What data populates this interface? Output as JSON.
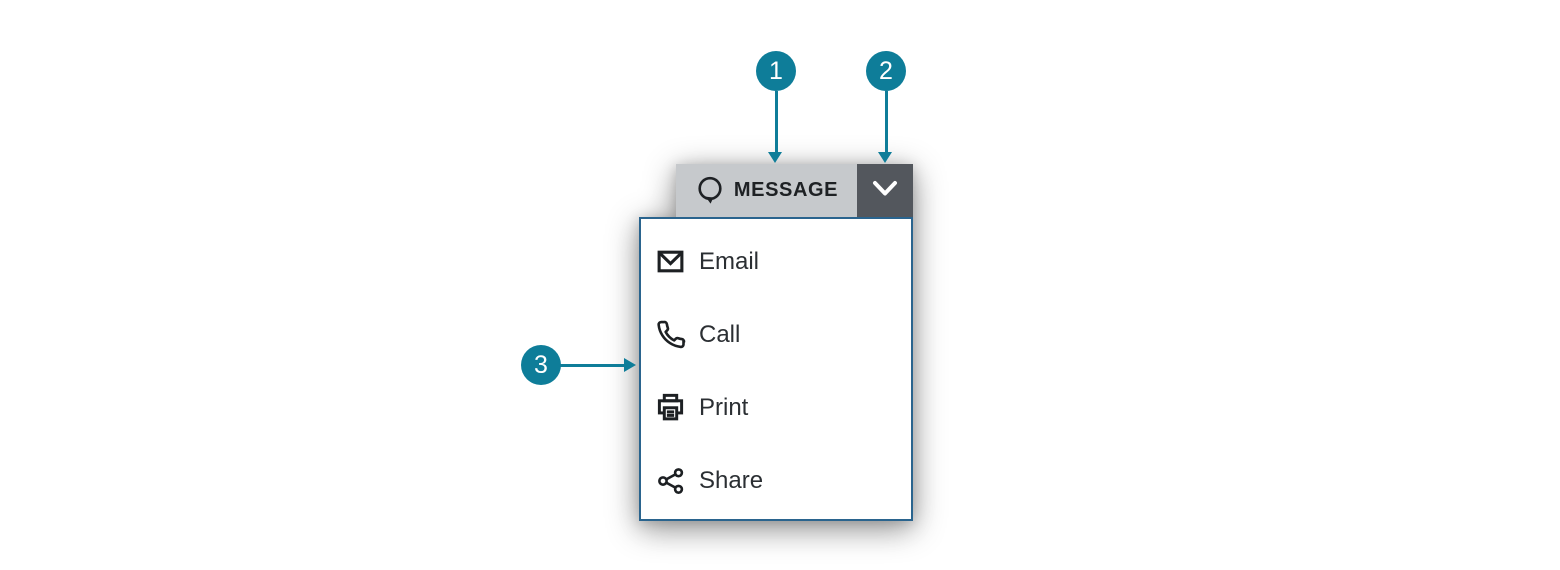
{
  "colors": {
    "accent_teal": "#0e7d99",
    "main_button_bg": "#c6c9cc",
    "toggle_button_bg": "#53575d",
    "menu_border": "#2a648e",
    "menu_bg": "#ffffff",
    "text_dark": "#1e2124"
  },
  "split_button": {
    "label": "MESSAGE",
    "icon": "message-bubble-icon",
    "toggle_icon": "chevron-down-icon"
  },
  "dropdown_menu": {
    "items": [
      {
        "label": "Email",
        "icon": "email-icon"
      },
      {
        "label": "Call",
        "icon": "call-icon"
      },
      {
        "label": "Print",
        "icon": "print-icon"
      },
      {
        "label": "Share",
        "icon": "share-icon"
      }
    ]
  },
  "callouts": [
    {
      "number": "1"
    },
    {
      "number": "2"
    },
    {
      "number": "3"
    }
  ]
}
